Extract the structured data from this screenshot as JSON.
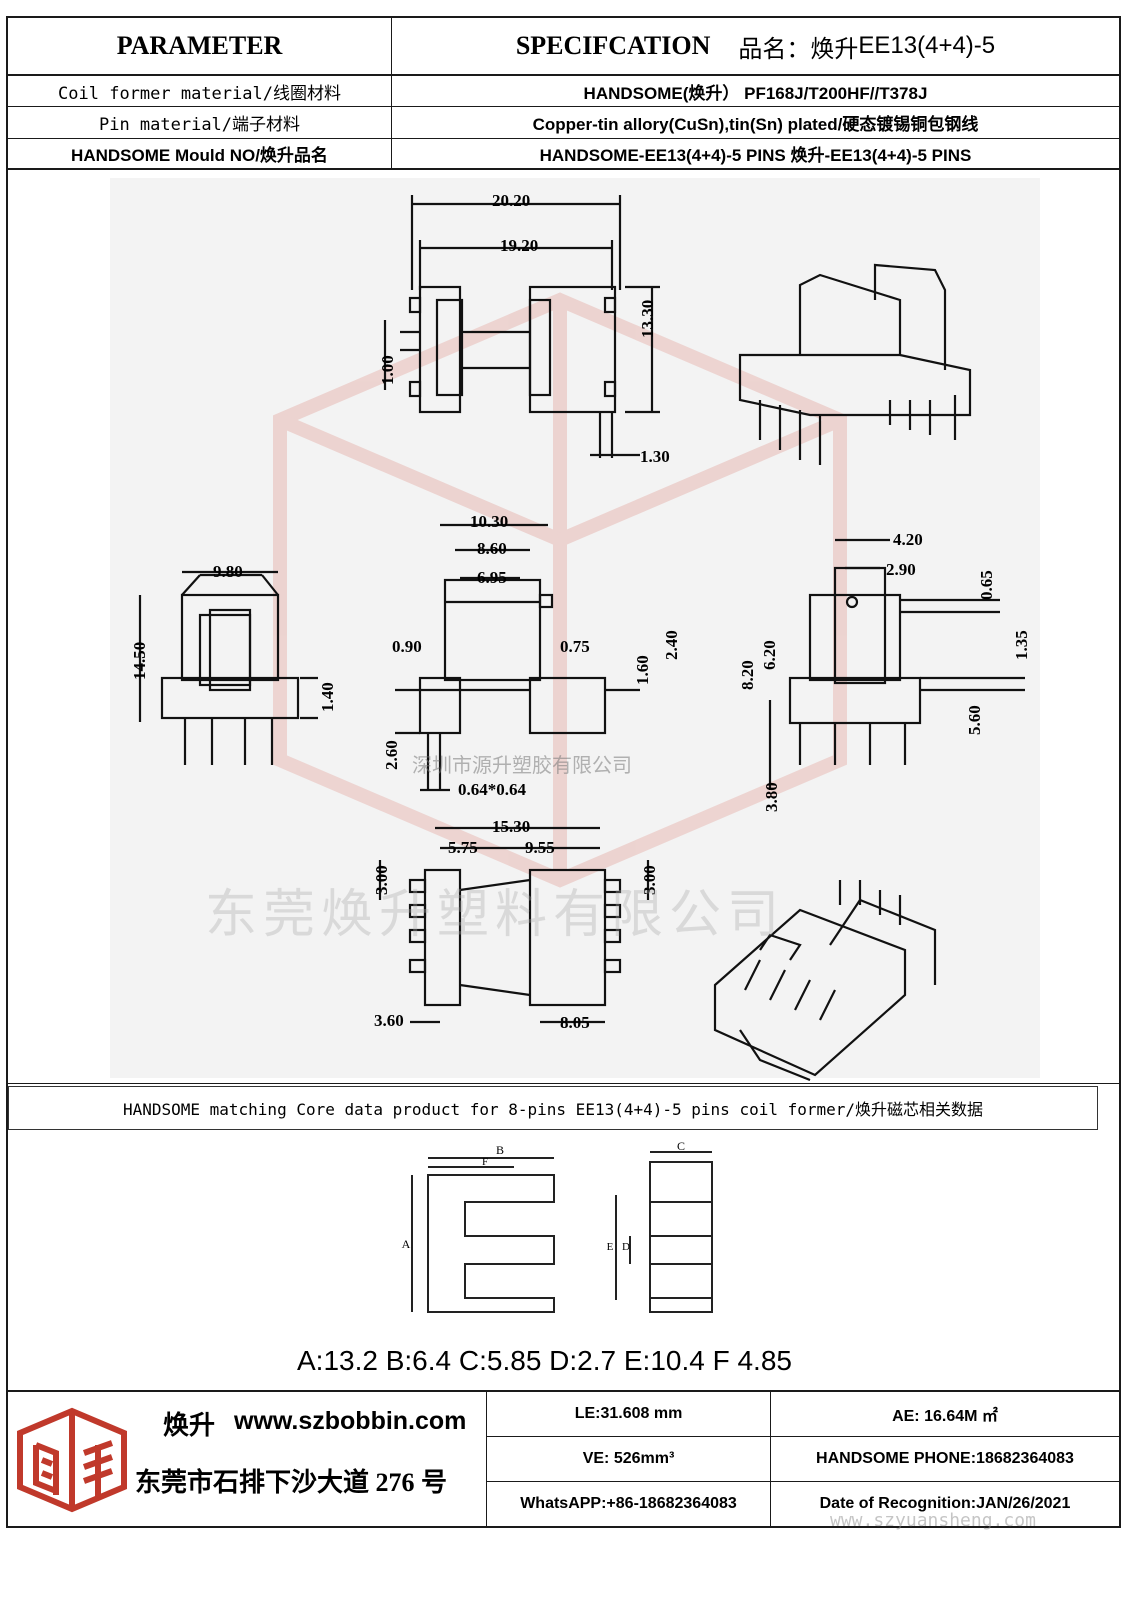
{
  "header": {
    "parameter_label": "PARAMETER",
    "spec_label": "SPECIFCATION",
    "product_name_prefix": "品名：焕升",
    "product_name": "EE13(4+4)-5"
  },
  "rows": [
    {
      "param": "Coil former material/线圈材料",
      "value": "HANDSOME(焕升） PF168J/T200HF//T378J"
    },
    {
      "param": "Pin material/端子材料",
      "value": "Copper-tin allory(CuSn),tin(Sn) plated/硬态镀锡铜包钢线"
    },
    {
      "param": "HANDSOME Mould NO/焕升品名",
      "value": "HANDSOME-EE13(4+4)-5 PINS   焕升-EE13(4+4)-5 PINS"
    }
  ],
  "drawing": {
    "dims": [
      "20.20",
      "19.20",
      "13.30",
      "1.00",
      "1.30",
      "10.30",
      "8.60",
      "6.95",
      "9.80",
      "14.50",
      "1.40",
      "0.90",
      "0.75",
      "1.60",
      "2.40",
      "2.60",
      "0.64*0.64",
      "4.20",
      "2.90",
      "0.65",
      "8.20",
      "6.20",
      "1.35",
      "5.60",
      "3.80",
      "15.30",
      "5.75",
      "9.55",
      "3.00",
      "3.00",
      "3.60",
      "8.05"
    ],
    "watermark_cn1": "深圳市源升塑胶有限公司",
    "watermark_cn2": "东莞焕升塑料有限公司"
  },
  "core_section": {
    "title": "HANDSOME matching Core data  product for 8-pins EE13(4+4)-5 pins coil former/焕升磁芯相关数据",
    "letters": [
      "A",
      "B",
      "C",
      "D",
      "E",
      "F"
    ],
    "values_line": "A:13.2 B:6.4 C:5.85 D:2.7 E:10.4 F 4.85"
  },
  "footer": {
    "brand": "焕升",
    "website": "www.szbobbin.com",
    "address": "东莞市石排下沙大道 276 号",
    "le": "LE:31.608 mm",
    "ae": "AE: 16.64M ㎡",
    "ve": "VE: 526mm³",
    "phone": "HANDSOME PHONE:18682364083",
    "whatsapp": "WhatsAPP:+86-18682364083",
    "date": "Date of Recognition:JAN/26/2021",
    "watermark_url": "www.szyuansheng.com"
  },
  "colors": {
    "logo_red": "#c0392b",
    "line": "#1a1a1a"
  }
}
